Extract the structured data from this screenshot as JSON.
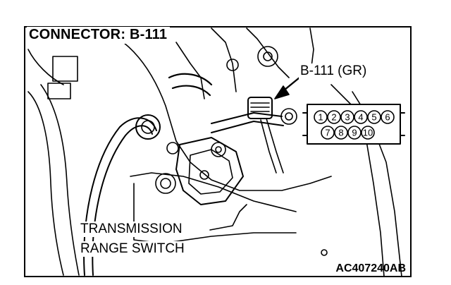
{
  "title": "CONNECTOR: B-111",
  "connector_label": "B-111 (GR)",
  "part_label_line1": "TRANSMISSION",
  "part_label_line2": "RANGE SWITCH",
  "figure_code": "AC407240AB",
  "connector_pins": {
    "top_row": [
      "1",
      "2",
      "3",
      "4",
      "5",
      "6"
    ],
    "bottom_row": [
      "7",
      "8",
      "9",
      "10"
    ]
  },
  "colors": {
    "line": "#000000",
    "background": "#ffffff"
  }
}
